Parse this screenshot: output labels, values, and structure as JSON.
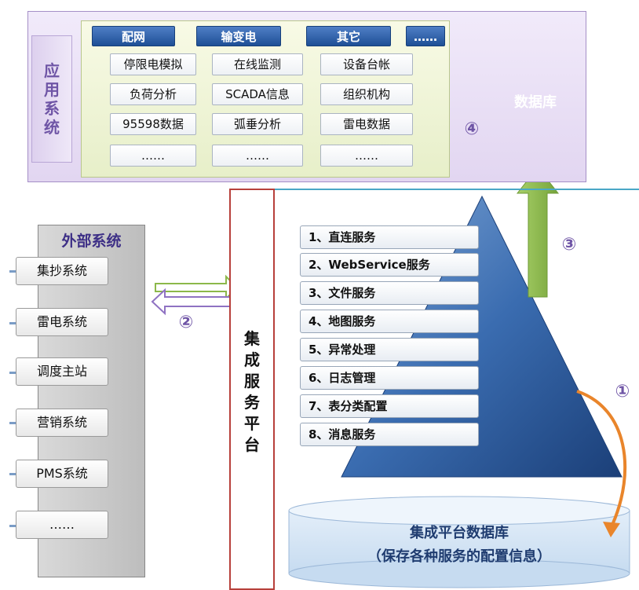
{
  "app_system": {
    "title_chars": [
      "应",
      "用",
      "系",
      "统"
    ],
    "categories": [
      {
        "label": "配网",
        "items": [
          "停限电模拟",
          "负荷分析",
          "95598数据",
          "……"
        ]
      },
      {
        "label": "输变电",
        "items": [
          "在线监测",
          "SCADA信息",
          "弧垂分析",
          "……"
        ]
      },
      {
        "label": "其它",
        "items": [
          "设备台帐",
          "组织机构",
          "雷电数据",
          "……"
        ]
      }
    ],
    "more_label": "……"
  },
  "database": {
    "label": "数据库"
  },
  "external": {
    "title": "外部系统",
    "items": [
      "集抄系统",
      "雷电系统",
      "调度主站",
      "营销系统",
      "PMS系统",
      "……"
    ]
  },
  "platform": {
    "label_chars": [
      "集",
      "成",
      "服",
      "务",
      "平",
      "台"
    ]
  },
  "services": [
    "1、直连服务",
    "2、WebService服务",
    "3、文件服务",
    "4、地图服务",
    "5、异常处理",
    "6、日志管理",
    "7、表分类配置",
    "8、消息服务"
  ],
  "platform_db": {
    "line1": "集成平台数据库",
    "line2": "（保存各种服务的配置信息）"
  },
  "markers": {
    "m1": "①",
    "m2": "②",
    "m3": "③",
    "m4": "④"
  },
  "colors": {
    "category_blue": "#1e4f96",
    "app_purple": "#6f55a6",
    "db_purple": "#7a5aa8",
    "arrow_orange": "#e9852b",
    "arrow_green": "#8cb84a",
    "pyramid_blue": "#2e5f9e",
    "platform_border": "#b7403b"
  }
}
